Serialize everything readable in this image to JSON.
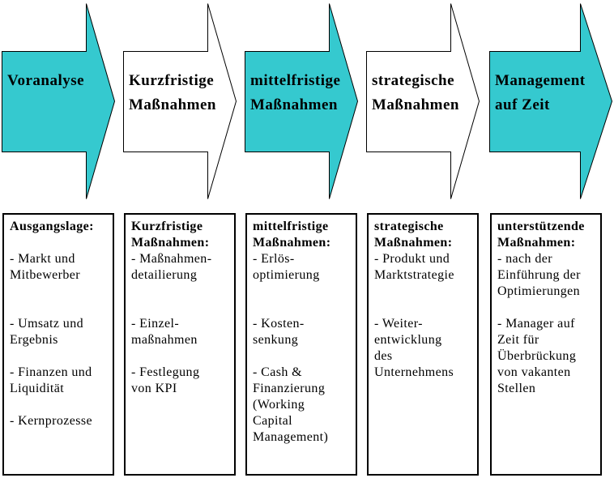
{
  "diagram": {
    "colors": {
      "teal_fill": "#35C9CF",
      "white_fill": "#FFFFFF",
      "border": "#000000"
    },
    "arrows": [
      {
        "label": "Voranalyse",
        "fill": "#35C9CF"
      },
      {
        "label": "Kurzfristige\nMaßnahmen",
        "fill": "#FFFFFF"
      },
      {
        "label": "mittelfristige\nMaßnahmen",
        "fill": "#35C9CF"
      },
      {
        "label": "strategische\nMaßnahmen",
        "fill": "#FFFFFF"
      },
      {
        "label": "Management\nauf Zeit",
        "fill": "#35C9CF"
      }
    ],
    "boxes": [
      {
        "title": "Ausgangslage:",
        "body": "\n- Markt und\nMitbewerber\n\n\n- Umsatz und\nErgebnis\n\n- Finanzen und\nLiquidität\n\n- Kernprozesse"
      },
      {
        "title": "Kurzfristige\nMaßnahmen:",
        "body": "- Maßnahmen-\ndetailierung\n\n\n- Einzel-\nmaßnahmen\n\n- Festlegung\nvon KPI"
      },
      {
        "title": "mittelfristige\nMaßnahmen:",
        "body": "- Erlös-\noptimierung\n\n\n- Kosten-\nsenkung\n\n- Cash &\nFinanzierung\n(Working\nCapital\nManagement)"
      },
      {
        "title": "strategische\nMaßnahmen:",
        "body": "- Produkt und\nMarktstrategie\n\n\n- Weiter-\nentwicklung\ndes\nUnternehmens"
      },
      {
        "title": "unterstützende\nMaßnahmen:",
        "body": "- nach der\nEinführung der\nOptimierungen\n\n- Manager auf\nZeit für\nÜberbrückung\nvon vakanten\nStellen"
      }
    ]
  }
}
